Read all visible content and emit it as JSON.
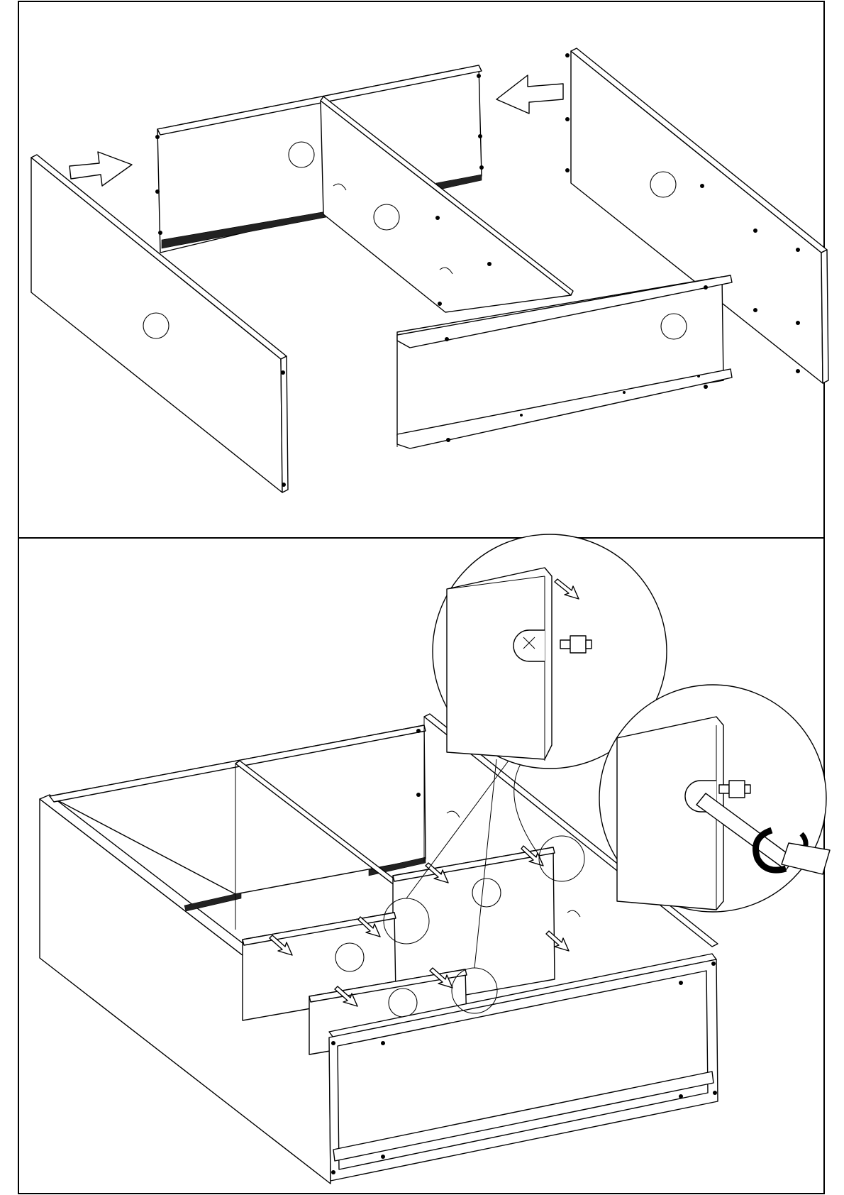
{
  "page": {
    "background": "#ffffff",
    "line_color": "#000000"
  },
  "panels": [
    {
      "id": "step-a",
      "content": "exploded-drawer-assembly"
    },
    {
      "id": "step-b",
      "content": "assembled-drawer-with-cam-lock-details"
    }
  ],
  "icons": [
    "push-arrow-icon",
    "cam-lock-icon",
    "dowel-icon",
    "rotate-arrow-icon",
    "screwdriver-icon"
  ]
}
